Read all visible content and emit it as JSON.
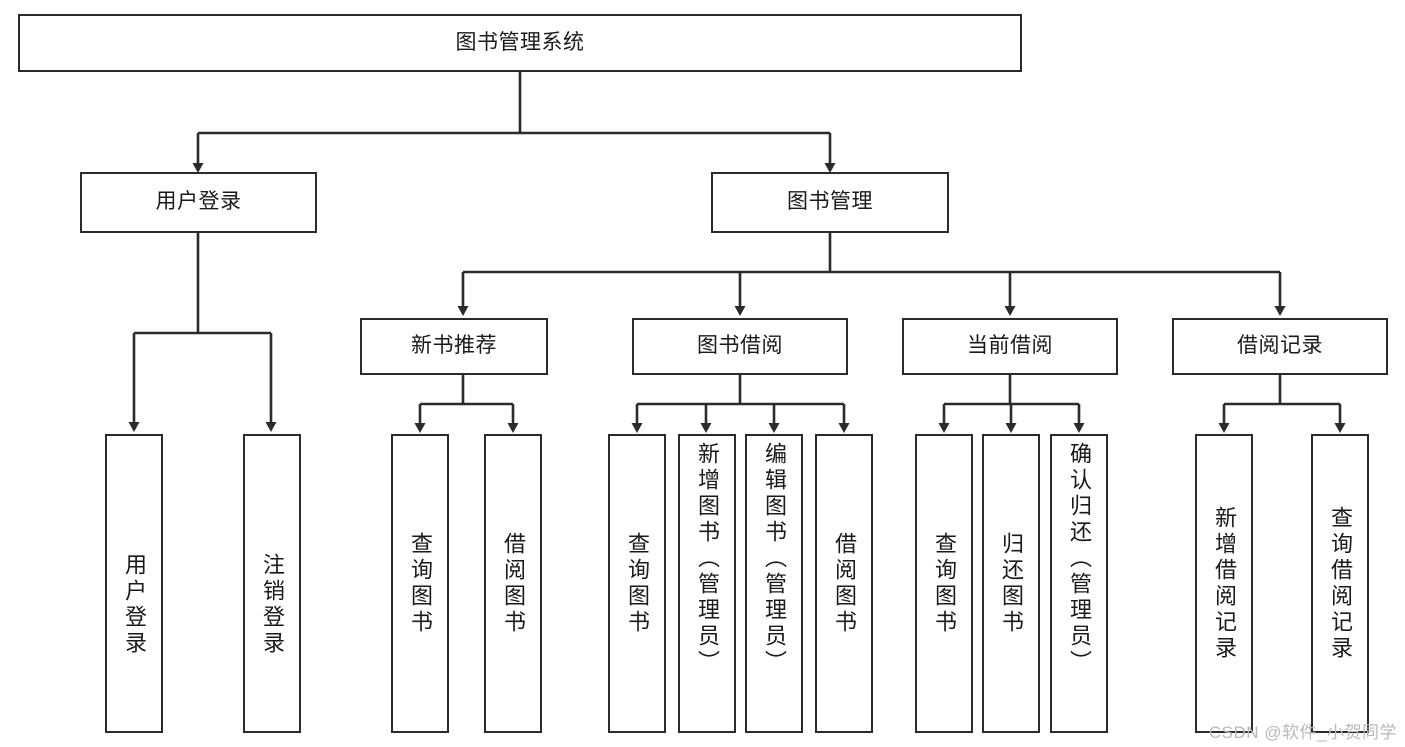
{
  "diagram": {
    "title": "图书管理系统",
    "type": "tree-hierarchy-functional-structure",
    "root": {
      "label": "图书管理系统"
    },
    "level1": [
      {
        "label": "用户登录"
      },
      {
        "label": "图书管理"
      }
    ],
    "level2": [
      {
        "label": "新书推荐"
      },
      {
        "label": "图书借阅"
      },
      {
        "label": "当前借阅"
      },
      {
        "label": "借阅记录"
      }
    ],
    "leaves": {
      "user_login": [
        {
          "label": "用户登录"
        },
        {
          "label": "注销登录"
        }
      ],
      "new_book_recommend": [
        {
          "label": "查询图书"
        },
        {
          "label": "借阅图书"
        }
      ],
      "book_borrow": [
        {
          "label": "查询图书"
        },
        {
          "label": "新增图书（管理员）"
        },
        {
          "label": "编辑图书（管理员）"
        },
        {
          "label": "借阅图书"
        }
      ],
      "current_borrow": [
        {
          "label": "查询图书"
        },
        {
          "label": "归还图书"
        },
        {
          "label": "确认归还（管理员）"
        }
      ],
      "borrow_record": [
        {
          "label": "新增借阅记录"
        },
        {
          "label": "查询借阅记录"
        }
      ]
    }
  },
  "watermark": {
    "text": "CSDN @软件_小贺同学"
  },
  "colors": {
    "stroke": "#2b2b2b",
    "fill": "#ffffff",
    "text": "#1a1a1a",
    "watermark": "#b9b9b9"
  }
}
